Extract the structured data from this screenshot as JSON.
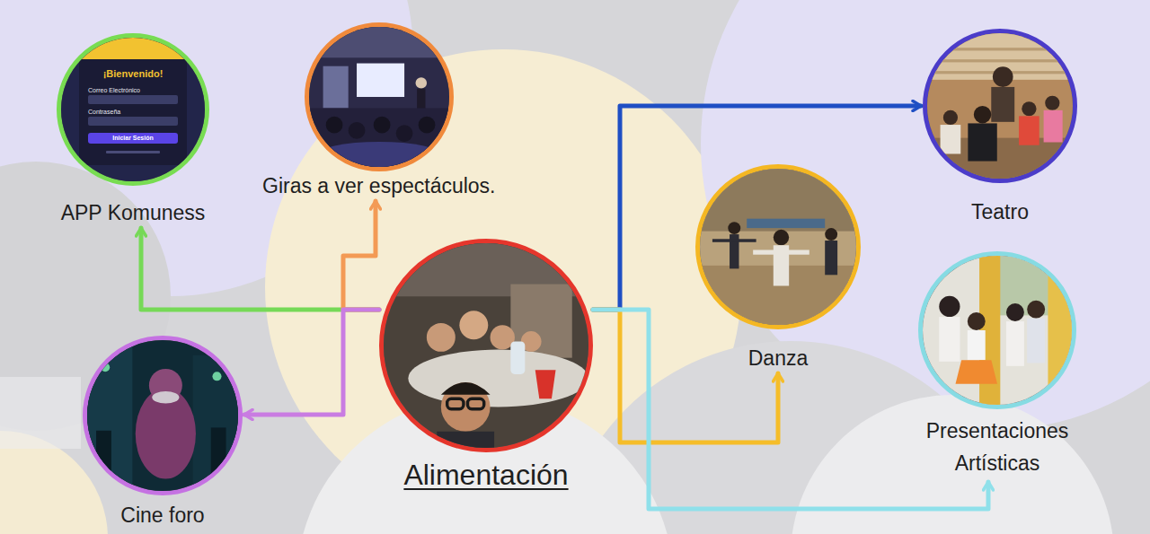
{
  "diagram": {
    "nodes": [
      {
        "text": [
          "APP Komuness"
        ]
      },
      {
        "text": [
          "Giras a ver espectáculos."
        ]
      },
      {
        "text": [
          "Teatro"
        ]
      },
      {
        "text": [
          "Danza"
        ]
      },
      {
        "text": [
          "Alimentación"
        ]
      },
      {
        "text": [
          "Presentaciones Artísticas"
        ]
      },
      {
        "text": [
          "Cine foro"
        ]
      }
    ],
    "edges": [
      {
        "from": 4,
        "to": 0,
        "arrow": "to"
      },
      {
        "from": 4,
        "to": 1,
        "arrow": "to"
      },
      {
        "from": 4,
        "to": 6,
        "arrow": "to"
      },
      {
        "from": 4,
        "to": 2,
        "arrow": "to"
      },
      {
        "from": 4,
        "to": 3,
        "arrow": "to"
      },
      {
        "from": 4,
        "to": 5,
        "arrow": "to"
      }
    ],
    "labels": [
      "¡Bienvenido!",
      "Correo Electrónico",
      "Contraseña",
      "Iniciar Sesión"
    ]
  }
}
